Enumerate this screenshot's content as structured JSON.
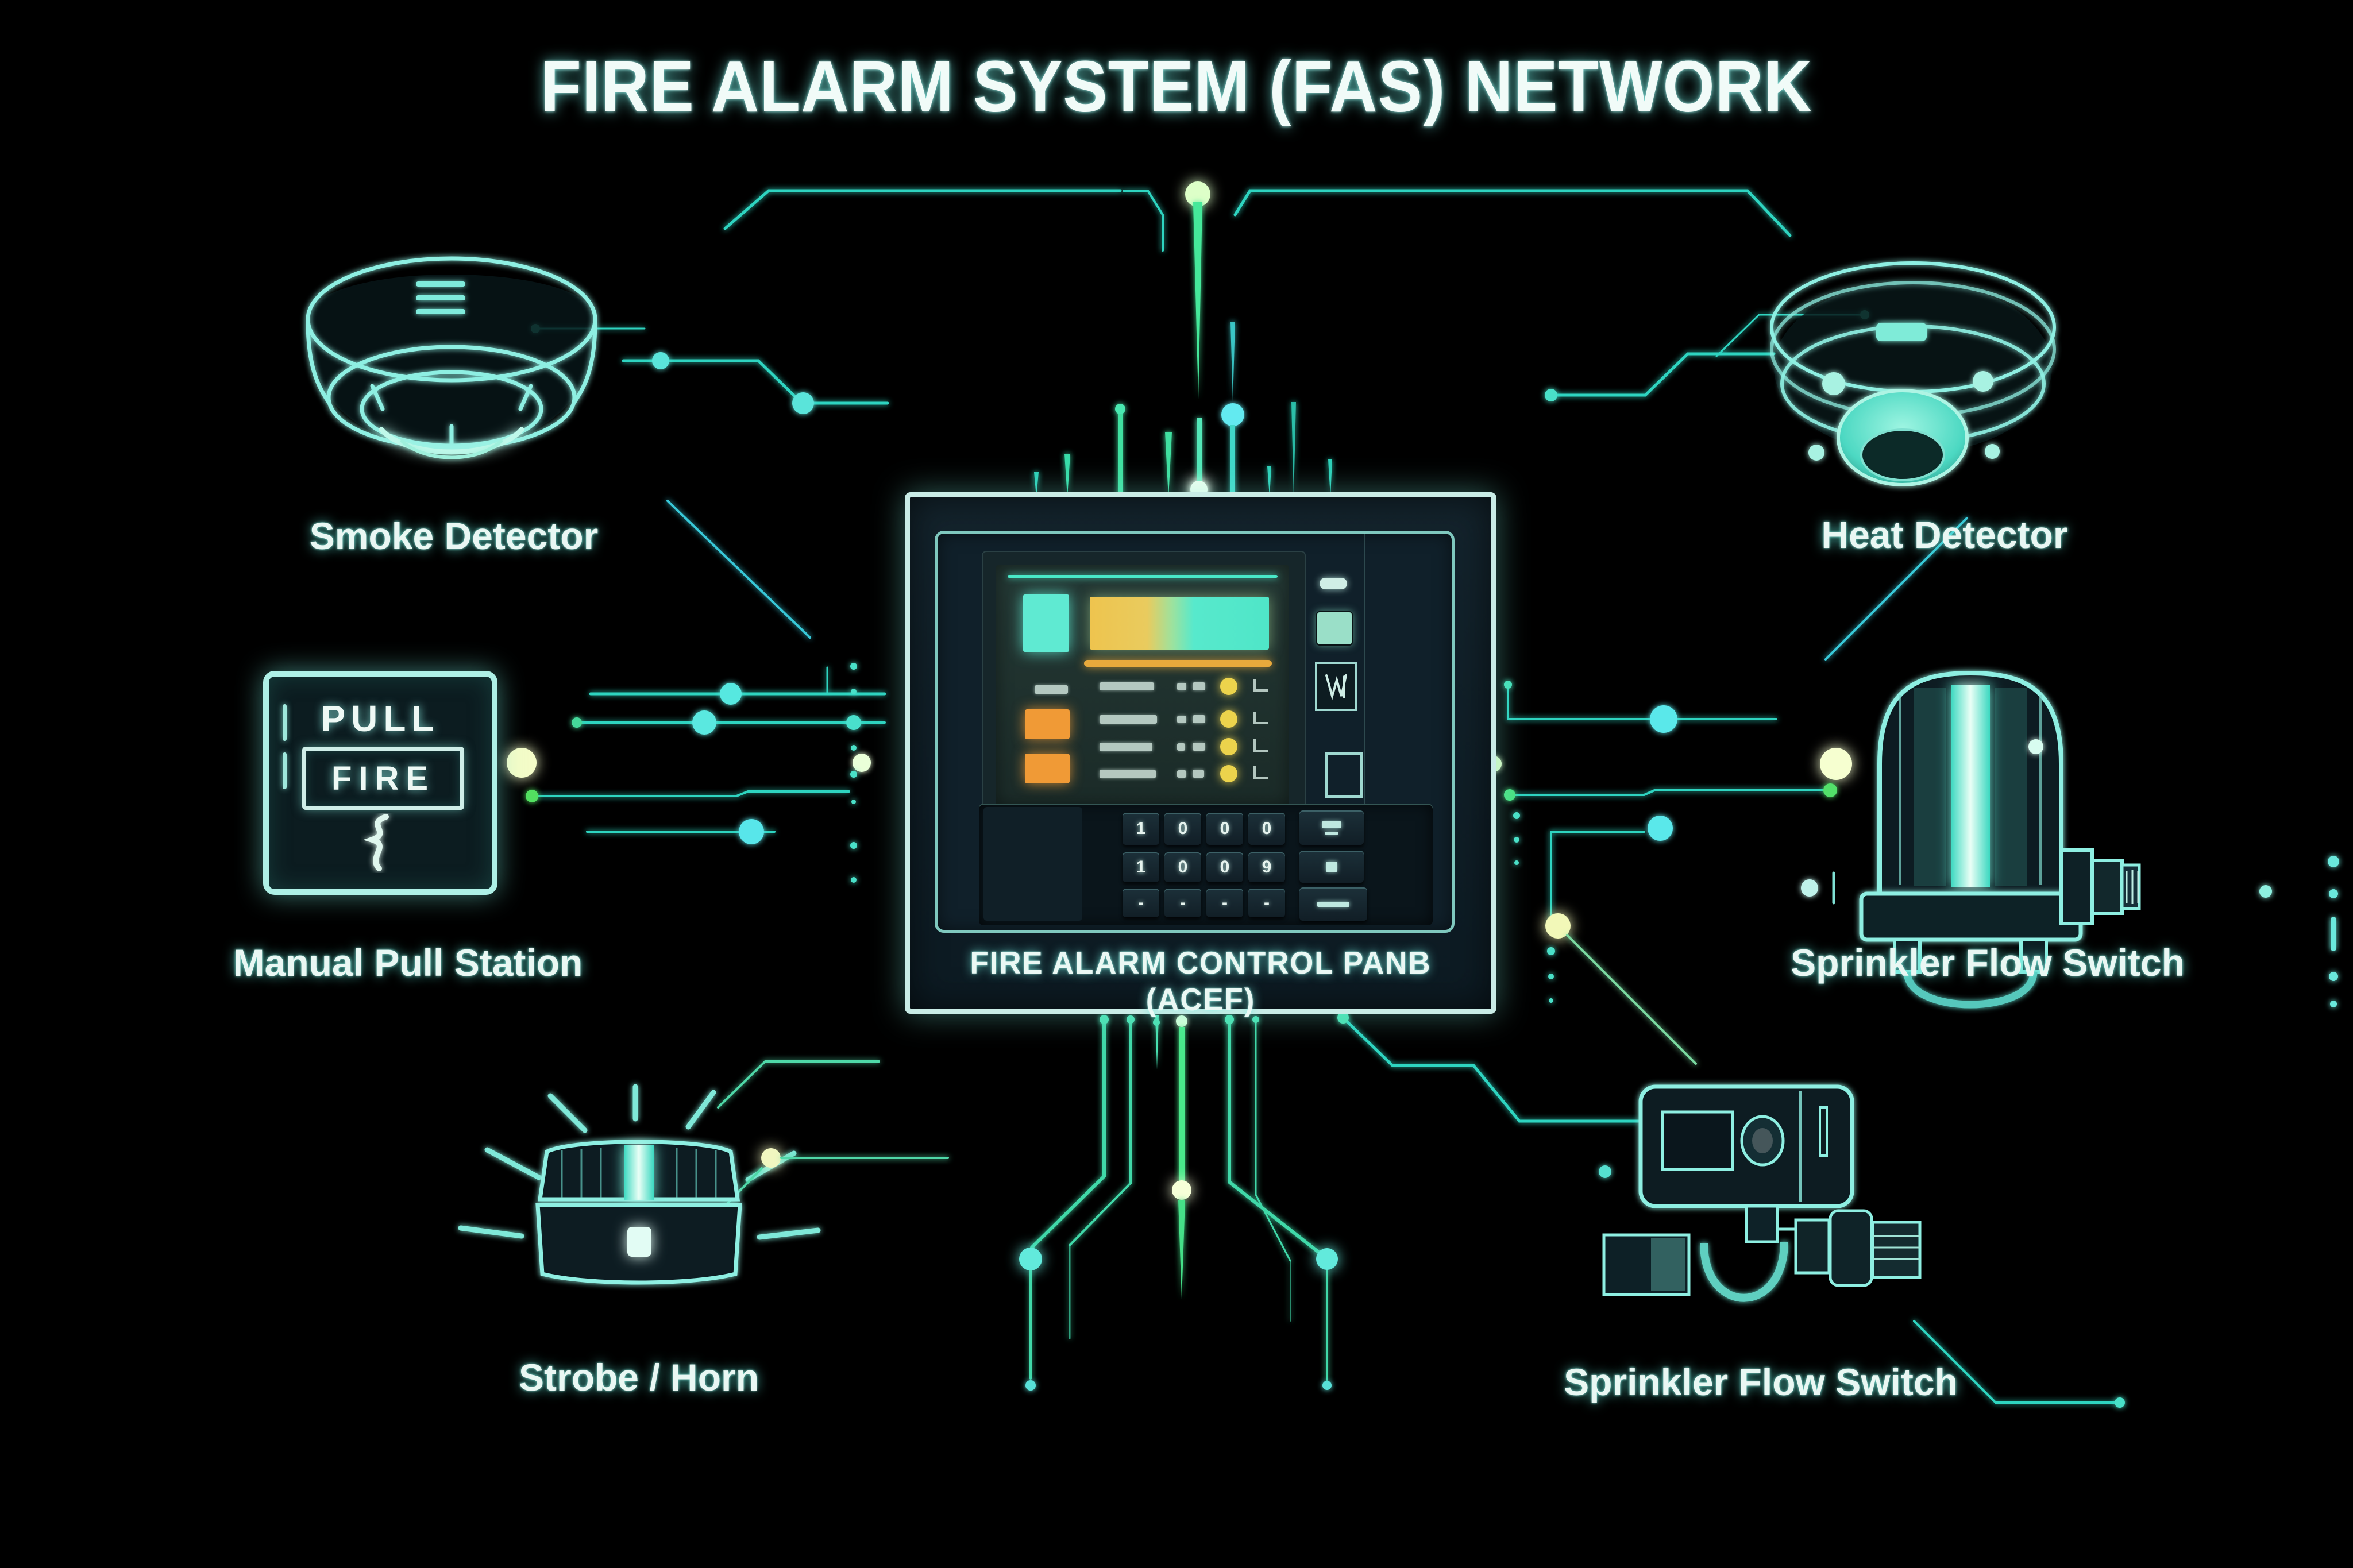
{
  "title": "FIRE ALARM SYSTEM (FAS) NETWORK",
  "devices": {
    "smoke_detector": {
      "label": "Smoke Detector"
    },
    "heat_detector": {
      "label": "Heat Detector"
    },
    "manual_pull_station": {
      "label": "Manual Pull Station",
      "pull_text": "PULL",
      "fire_text": "FIRE"
    },
    "sprinkler_flow_switch_right": {
      "label": "Sprinkler Flow Switch"
    },
    "strobe_horn": {
      "label": "Strobe / Horn"
    },
    "sprinkler_flow_switch_bottom": {
      "label": "Sprinkler Flow Switch"
    }
  },
  "panel": {
    "label": "FIRE ALARM CONTROL PANB (ACEF)",
    "keypad": {
      "rows": [
        [
          "1",
          "0",
          "0",
          "0"
        ],
        [
          "1",
          "0",
          "0",
          "9"
        ],
        [
          "-",
          "-",
          "-",
          "-"
        ]
      ]
    }
  },
  "colors": {
    "accent_cyan": "#5ee8d8",
    "accent_green": "#3ee07a",
    "alert_orange": "#f09a36",
    "status_yellow": "#ecd34c",
    "background": "#000000"
  }
}
